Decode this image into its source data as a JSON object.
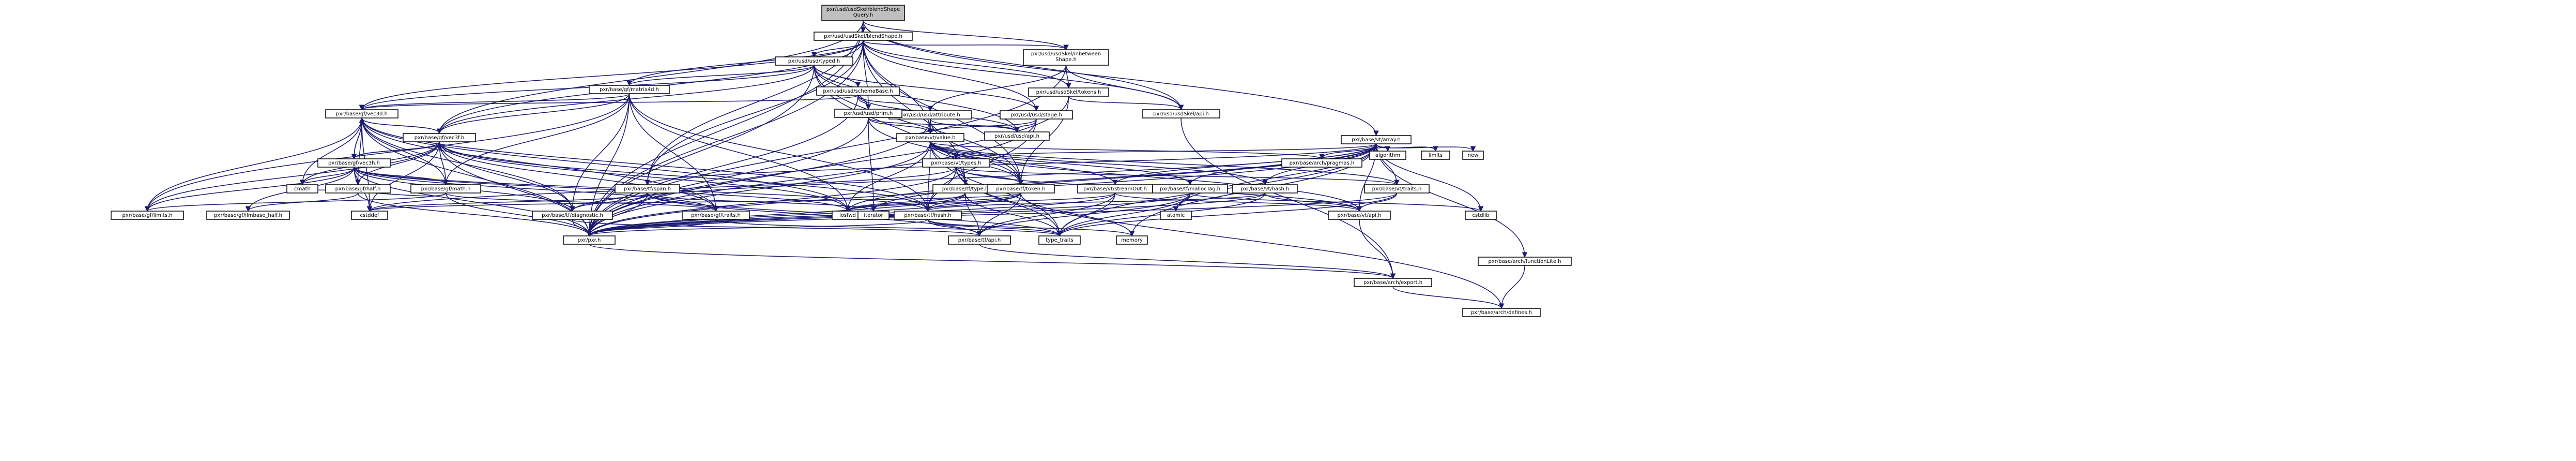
{
  "palette": {
    "node_fill": "#ffffff",
    "root_fill": "#bfbfbf",
    "edge": "#191970",
    "text": "#000000",
    "link_text": "#b30000"
  },
  "nodes": [
    {
      "id": "root",
      "label": [
        "pxr/usd/usdSkel/blendShape",
        "Query.h"
      ],
      "root": true
    },
    {
      "id": "bs",
      "label": [
        "pxr/usd/usdSkel/blendShape.h"
      ]
    },
    {
      "id": "inbetween",
      "label": [
        "pxr/usd/usdSkel/inbetween",
        "Shape.h"
      ]
    },
    {
      "id": "typed",
      "label": [
        "pxr/usd/usd/typed.h"
      ]
    },
    {
      "id": "skeltokens",
      "label": [
        "pxr/usd/usdSkel/tokens.h"
      ],
      "link": true
    },
    {
      "id": "skelapi",
      "label": [
        "pxr/usd/usdSkel/api.h"
      ]
    },
    {
      "id": "schemabase",
      "label": [
        "pxr/usd/usd/schemaBase.h"
      ],
      "link": true
    },
    {
      "id": "matrix4d",
      "label": [
        "pxr/base/gf/matrix4d.h"
      ],
      "link": true
    },
    {
      "id": "attribute",
      "label": [
        "pxr/usd/usd/attribute.h"
      ],
      "link": true
    },
    {
      "id": "stage",
      "label": [
        "pxr/usd/usd/stage.h"
      ],
      "link": true
    },
    {
      "id": "prim",
      "label": [
        "pxr/usd/usd/prim.h"
      ],
      "link": true
    },
    {
      "id": "usdapi",
      "label": [
        "pxr/usd/usd/api.h"
      ]
    },
    {
      "id": "vec3d",
      "label": [
        "pxr/base/gf/vec3d.h"
      ]
    },
    {
      "id": "vec3f",
      "label": [
        "pxr/base/gf/vec3f.h"
      ]
    },
    {
      "id": "vec3h",
      "label": [
        "pxr/base/gf/vec3h.h"
      ],
      "link": true
    },
    {
      "id": "vtvalue",
      "label": [
        "pxr/base/vt/value.h"
      ],
      "link": true
    },
    {
      "id": "vtarray",
      "label": [
        "pxr/base/vt/array.h"
      ]
    },
    {
      "id": "pragmas",
      "label": [
        "pxr/base/arch/pragmas.h"
      ]
    },
    {
      "id": "vttypes",
      "label": [
        "pxr/base/vt/types.h"
      ],
      "link": true
    },
    {
      "id": "tfspan",
      "label": [
        "pxr/base/tf/span.h"
      ]
    },
    {
      "id": "gfmath",
      "label": [
        "pxr/base/gf/math.h"
      ],
      "link": true
    },
    {
      "id": "half",
      "label": [
        "pxr/base/gf/half.h"
      ]
    },
    {
      "id": "tftype",
      "label": [
        "pxr/base/tf/type.h"
      ],
      "link": true
    },
    {
      "id": "tftoken",
      "label": [
        "pxr/base/tf/token.h"
      ],
      "link": true
    },
    {
      "id": "streamout",
      "label": [
        "pxr/base/vt/streamOut.h"
      ],
      "link": true
    },
    {
      "id": "malloctag",
      "label": [
        "pxr/base/tf/mallocTag.h"
      ],
      "link": true
    },
    {
      "id": "vthash",
      "label": [
        "pxr/base/vt/hash.h"
      ],
      "link": true
    },
    {
      "id": "vttraits",
      "label": [
        "pxr/base/vt/traits.h"
      ],
      "link": true
    },
    {
      "id": "functionlite",
      "label": [
        "pxr/base/arch/functionLite.h"
      ]
    },
    {
      "id": "cmath",
      "label": [
        "cmath"
      ]
    },
    {
      "id": "limits_h",
      "label": [
        "pxr/base/gf/limits.h"
      ]
    },
    {
      "id": "ilmhalf",
      "label": [
        "pxr/base/gf/ilmbase_half.h"
      ]
    },
    {
      "id": "cstddef",
      "label": [
        "cstddef"
      ]
    },
    {
      "id": "diagnostic",
      "label": [
        "pxr/base/tf/diagnostic.h"
      ],
      "link": true
    },
    {
      "id": "gftraits",
      "label": [
        "pxr/base/gf/traits.h"
      ]
    },
    {
      "id": "iostream",
      "label": [
        "iosfwd"
      ]
    },
    {
      "id": "iterator",
      "label": [
        "iterator"
      ]
    },
    {
      "id": "tfhash",
      "label": [
        "pxr/base/tf/hash.h"
      ],
      "link": true
    },
    {
      "id": "atomic",
      "label": [
        "atomic"
      ]
    },
    {
      "id": "vtapi",
      "label": [
        "pxr/base/vt/api.h"
      ]
    },
    {
      "id": "cstdlib",
      "label": [
        "cstdlib"
      ]
    },
    {
      "id": "algorithm",
      "label": [
        "algorithm"
      ]
    },
    {
      "id": "limits",
      "label": [
        "limits"
      ]
    },
    {
      "id": "new",
      "label": [
        "new"
      ]
    },
    {
      "id": "pxrh",
      "label": [
        "pxr/pxr.h"
      ]
    },
    {
      "id": "tfapi",
      "label": [
        "pxr/base/tf/api.h"
      ]
    },
    {
      "id": "memory",
      "label": [
        "memory"
      ]
    },
    {
      "id": "typetraits",
      "label": [
        "type_traits"
      ]
    },
    {
      "id": "archexport",
      "label": [
        "pxr/base/arch/export.h"
      ]
    },
    {
      "id": "archdefines",
      "label": [
        "pxr/base/arch/defines.h"
      ]
    }
  ],
  "edges": [
    [
      "root",
      "bs"
    ],
    [
      "root",
      "inbetween"
    ],
    [
      "root",
      "skelapi"
    ],
    [
      "root",
      "pxrh"
    ],
    [
      "root",
      "vtarray"
    ],
    [
      "root",
      "tfspan"
    ],
    [
      "root",
      "vec3f"
    ],
    [
      "bs",
      "typed"
    ],
    [
      "bs",
      "inbetween"
    ],
    [
      "bs",
      "skeltokens"
    ],
    [
      "bs",
      "skelapi"
    ],
    [
      "bs",
      "stage"
    ],
    [
      "bs",
      "vec3d"
    ],
    [
      "bs",
      "vec3f"
    ],
    [
      "bs",
      "matrix4d"
    ],
    [
      "bs",
      "prim"
    ],
    [
      "bs",
      "tftoken"
    ],
    [
      "bs",
      "tftype"
    ],
    [
      "bs",
      "vtvalue"
    ],
    [
      "bs",
      "pxrh"
    ],
    [
      "bs",
      "tfspan"
    ],
    [
      "inbetween",
      "skeltokens"
    ],
    [
      "inbetween",
      "skelapi"
    ],
    [
      "inbetween",
      "attribute"
    ],
    [
      "inbetween",
      "pxrh"
    ],
    [
      "typed",
      "schemabase"
    ],
    [
      "typed",
      "prim"
    ],
    [
      "typed",
      "stage"
    ],
    [
      "typed",
      "matrix4d"
    ],
    [
      "typed",
      "usdapi"
    ],
    [
      "typed",
      "vec3d"
    ],
    [
      "typed",
      "vec3f"
    ],
    [
      "typed",
      "tftoken"
    ],
    [
      "typed",
      "tftype"
    ],
    [
      "typed",
      "pxrh"
    ],
    [
      "skeltokens",
      "tftoken"
    ],
    [
      "skeltokens",
      "skelapi"
    ],
    [
      "skeltokens",
      "pxrh"
    ],
    [
      "skelapi",
      "archexport"
    ],
    [
      "schemabase",
      "prim"
    ],
    [
      "schemabase",
      "attribute"
    ],
    [
      "schemabase",
      "usdapi"
    ],
    [
      "schemabase",
      "vec3d"
    ],
    [
      "schemabase",
      "pxrh"
    ],
    [
      "matrix4d",
      "vec3d"
    ],
    [
      "matrix4d",
      "vec3f"
    ],
    [
      "matrix4d",
      "gfmath"
    ],
    [
      "matrix4d",
      "limits_h"
    ],
    [
      "matrix4d",
      "gftraits"
    ],
    [
      "matrix4d",
      "diagnostic"
    ],
    [
      "matrix4d",
      "iostream"
    ],
    [
      "matrix4d",
      "pxrh"
    ],
    [
      "matrix4d",
      "tfhash"
    ],
    [
      "attribute",
      "vtvalue"
    ],
    [
      "attribute",
      "usdapi"
    ],
    [
      "attribute",
      "tftoken"
    ],
    [
      "attribute",
      "pxrh"
    ],
    [
      "stage",
      "usdapi"
    ],
    [
      "stage",
      "vtvalue"
    ],
    [
      "stage",
      "tfhash"
    ],
    [
      "stage",
      "pxrh"
    ],
    [
      "prim",
      "usdapi"
    ],
    [
      "prim",
      "tftoken"
    ],
    [
      "prim",
      "iterator"
    ],
    [
      "prim",
      "pxrh"
    ],
    [
      "prim",
      "vtvalue"
    ],
    [
      "vec3d",
      "vec3f"
    ],
    [
      "vec3d",
      "vec3h"
    ],
    [
      "vec3d",
      "cmath"
    ],
    [
      "vec3d",
      "limits_h"
    ],
    [
      "vec3d",
      "half"
    ],
    [
      "vec3d",
      "cstddef"
    ],
    [
      "vec3d",
      "gfmath"
    ],
    [
      "vec3d",
      "diagnostic"
    ],
    [
      "vec3d",
      "gftraits"
    ],
    [
      "vec3d",
      "iostream"
    ],
    [
      "vec3d",
      "tfhash"
    ],
    [
      "vec3d",
      "pxrh"
    ],
    [
      "vec3f",
      "vec3d"
    ],
    [
      "vec3f",
      "vec3h"
    ],
    [
      "vec3f",
      "cmath"
    ],
    [
      "vec3f",
      "limits_h"
    ],
    [
      "vec3f",
      "half"
    ],
    [
      "vec3f",
      "cstddef"
    ],
    [
      "vec3f",
      "gfmath"
    ],
    [
      "vec3f",
      "diagnostic"
    ],
    [
      "vec3f",
      "gftraits"
    ],
    [
      "vec3f",
      "iostream"
    ],
    [
      "vec3f",
      "tfhash"
    ],
    [
      "vec3f",
      "pxrh"
    ],
    [
      "vec3h",
      "vec3d"
    ],
    [
      "vec3h",
      "vec3f"
    ],
    [
      "vec3h",
      "half"
    ],
    [
      "vec3h",
      "ilmhalf"
    ],
    [
      "vec3h",
      "cmath"
    ],
    [
      "vec3h",
      "limits_h"
    ],
    [
      "vec3h",
      "cstddef"
    ],
    [
      "vec3h",
      "gfmath"
    ],
    [
      "vec3h",
      "diagnostic"
    ],
    [
      "vec3h",
      "gftraits"
    ],
    [
      "vec3h",
      "iostream"
    ],
    [
      "vec3h",
      "tfhash"
    ],
    [
      "vec3h",
      "pxrh"
    ],
    [
      "vtvalue",
      "pragmas"
    ],
    [
      "vtvalue",
      "vttypes"
    ],
    [
      "vtvalue",
      "tftype"
    ],
    [
      "vtvalue",
      "tftoken"
    ],
    [
      "vtvalue",
      "streamout"
    ],
    [
      "vtvalue",
      "malloctag"
    ],
    [
      "vtvalue",
      "vthash"
    ],
    [
      "vtvalue",
      "vttraits"
    ],
    [
      "vtvalue",
      "vtapi"
    ],
    [
      "vtvalue",
      "iostream"
    ],
    [
      "vtvalue",
      "pxrh"
    ],
    [
      "vtvalue",
      "typetraits"
    ],
    [
      "vtvalue",
      "tfhash"
    ],
    [
      "vtarray",
      "pragmas"
    ],
    [
      "vtarray",
      "vttypes"
    ],
    [
      "vtarray",
      "streamout"
    ],
    [
      "vtarray",
      "malloctag"
    ],
    [
      "vtarray",
      "vthash"
    ],
    [
      "vtarray",
      "vttraits"
    ],
    [
      "vtarray",
      "vtapi"
    ],
    [
      "vtarray",
      "functionlite"
    ],
    [
      "vtarray",
      "algorithm"
    ],
    [
      "vtarray",
      "limits"
    ],
    [
      "vtarray",
      "new"
    ],
    [
      "vtarray",
      "cstdlib"
    ],
    [
      "vtarray",
      "memory"
    ],
    [
      "vtarray",
      "typetraits"
    ],
    [
      "vtarray",
      "atomic"
    ],
    [
      "vtarray",
      "iostream"
    ],
    [
      "vtarray",
      "pxrh"
    ],
    [
      "vtarray",
      "diagnostic"
    ],
    [
      "vtarray",
      "iterator"
    ],
    [
      "vtarray",
      "tfspan"
    ],
    [
      "vttypes",
      "tftoken"
    ],
    [
      "vttypes",
      "vttraits"
    ],
    [
      "vttypes",
      "vtapi"
    ],
    [
      "vttypes",
      "cstddef"
    ],
    [
      "vttypes",
      "tfhash"
    ],
    [
      "vttypes",
      "pxrh"
    ],
    [
      "vttypes",
      "archdefines"
    ],
    [
      "vttypes",
      "typetraits"
    ],
    [
      "tfspan",
      "diagnostic"
    ],
    [
      "tfspan",
      "pxrh"
    ],
    [
      "tfspan",
      "iterator"
    ],
    [
      "tfspan",
      "cstddef"
    ],
    [
      "tfspan",
      "typetraits"
    ],
    [
      "tfspan",
      "tfapi"
    ],
    [
      "gfmath",
      "limits_h"
    ],
    [
      "gfmath",
      "gftraits"
    ],
    [
      "gfmath",
      "pxrh"
    ],
    [
      "gfmath",
      "cmath"
    ],
    [
      "half",
      "ilmhalf"
    ],
    [
      "half",
      "pxrh"
    ],
    [
      "tftype",
      "tfapi"
    ],
    [
      "tftype",
      "pxrh"
    ],
    [
      "tftype",
      "iostream"
    ],
    [
      "tftype",
      "typetraits"
    ],
    [
      "tftype",
      "tfhash"
    ],
    [
      "tftoken",
      "tfapi"
    ],
    [
      "tftoken",
      "tfhash"
    ],
    [
      "tftoken",
      "pxrh"
    ],
    [
      "tftoken",
      "iostream"
    ],
    [
      "tftoken",
      "memory"
    ],
    [
      "tftoken",
      "cstddef"
    ],
    [
      "streamout",
      "tfapi"
    ],
    [
      "streamout",
      "vtapi"
    ],
    [
      "streamout",
      "pxrh"
    ],
    [
      "streamout",
      "iostream"
    ],
    [
      "streamout",
      "typetraits"
    ],
    [
      "malloctag",
      "tfapi"
    ],
    [
      "malloctag",
      "pxrh"
    ],
    [
      "malloctag",
      "atomic"
    ],
    [
      "malloctag",
      "cstdlib"
    ],
    [
      "malloctag",
      "typetraits"
    ],
    [
      "vthash",
      "vtapi"
    ],
    [
      "vthash",
      "tfhash"
    ],
    [
      "vthash",
      "pxrh"
    ],
    [
      "vthash",
      "typetraits"
    ],
    [
      "vttraits",
      "vtapi"
    ],
    [
      "vttraits",
      "pxrh"
    ],
    [
      "vttraits",
      "typetraits"
    ],
    [
      "functionlite",
      "archdefines"
    ],
    [
      "diagnostic",
      "pxrh"
    ],
    [
      "diagnostic",
      "tfapi"
    ],
    [
      "gftraits",
      "pxrh"
    ],
    [
      "gftraits",
      "typetraits"
    ],
    [
      "tfhash",
      "tfapi"
    ],
    [
      "tfhash",
      "pxrh"
    ],
    [
      "tfhash",
      "memory"
    ],
    [
      "tfhash",
      "typetraits"
    ],
    [
      "vtapi",
      "archexport"
    ],
    [
      "tfapi",
      "archexport"
    ],
    [
      "pxrh",
      "archexport"
    ],
    [
      "archexport",
      "archdefines"
    ]
  ]
}
